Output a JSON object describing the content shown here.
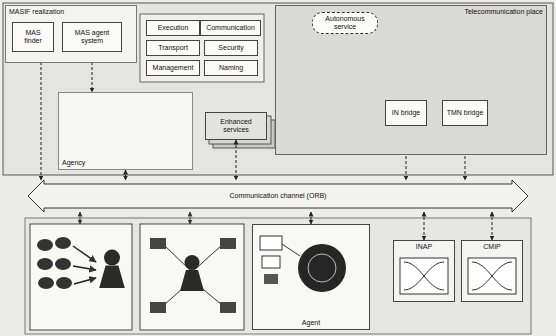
{
  "diagram": {
    "nodes": [
      {
        "text": [
          "MASIF realization"
        ]
      },
      {
        "text": [
          "MAS finder"
        ],
        "in": 0
      },
      {
        "text": [
          "MAS agent system"
        ],
        "in": 0
      },
      {
        "text": [
          "Execution"
        ]
      },
      {
        "text": [
          "Communication"
        ]
      },
      {
        "text": [
          "Transport"
        ]
      },
      {
        "text": [
          "Security"
        ]
      },
      {
        "text": [
          "Management"
        ]
      },
      {
        "text": [
          "Naming"
        ]
      },
      {
        "text": [
          "Telecommunication place"
        ]
      },
      {
        "text": [
          "Autonomous service"
        ],
        "in": 9
      },
      {
        "text": [
          "IN bridge"
        ],
        "in": 9
      },
      {
        "text": [
          "TMN bridge"
        ],
        "in": 9
      },
      {
        "text": [
          "Agency"
        ]
      },
      {
        "text": [
          "Enhanced services"
        ]
      },
      {
        "text": [
          "Communication channel (ORB)"
        ]
      },
      {
        "text": [
          "Agent"
        ]
      },
      {
        "text": [
          "INAP"
        ]
      },
      {
        "text": [
          "CMIP"
        ]
      }
    ],
    "edges": [
      {
        "from": 1,
        "to": 15,
        "arrow": "both"
      },
      {
        "from": 2,
        "to": 13,
        "arrow": "to"
      },
      {
        "from": 13,
        "to": 15,
        "arrow": "both"
      },
      {
        "from": 14,
        "to": 15,
        "arrow": "both"
      },
      {
        "from": 11,
        "to": 15,
        "arrow": "both"
      },
      {
        "from": 12,
        "to": 15,
        "arrow": "both"
      },
      {
        "from": 15,
        "to": 16,
        "arrow": "both"
      },
      {
        "from": 15,
        "to": 17,
        "arrow": "both"
      },
      {
        "from": 15,
        "to": 18,
        "arrow": "both"
      }
    ]
  }
}
